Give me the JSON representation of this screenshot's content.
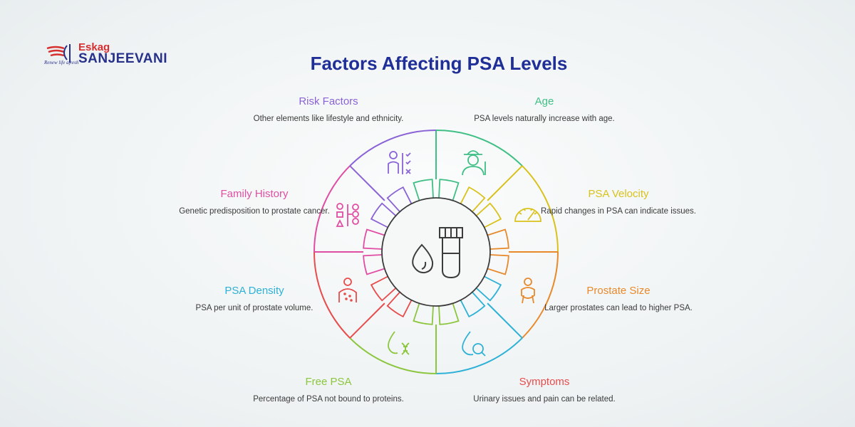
{
  "brand": {
    "name_top": "Eskag",
    "name_main": "SANJEEVANI",
    "tagline": "Renew life afresh"
  },
  "title": "Factors Affecting PSA Levels",
  "colors": {
    "title": "#1f2f97",
    "outline": "#3c3c3c",
    "risk_factors": "#8a63d6",
    "age": "#3fbf86",
    "psa_velocity": "#d9c21c",
    "prostate_size": "#e8892b",
    "symptoms": "#e84c4c",
    "free_psa": "#8cc63f",
    "psa_density": "#2eb1d6",
    "family_history": "#e04ea3"
  },
  "factors": [
    {
      "key": "risk_factors",
      "title": "Risk Factors",
      "desc": "Other elements like lifestyle and ethnicity.",
      "icon": "person-checklist-icon",
      "color": "#8a63d6"
    },
    {
      "key": "age",
      "title": "Age",
      "desc": "PSA levels naturally increase with age.",
      "icon": "elderly-person-icon",
      "color": "#3fbf86"
    },
    {
      "key": "psa_velocity",
      "title": "PSA Velocity",
      "desc": "Rapid changes in PSA can indicate issues.",
      "icon": "speedometer-icon",
      "color": "#d9c21c"
    },
    {
      "key": "prostate_size",
      "title": "Prostate Size",
      "desc": "Larger prostates can lead to higher PSA.",
      "icon": "person-pelvic-icon",
      "color": "#e8892b"
    },
    {
      "key": "symptoms",
      "title": "Symptoms",
      "desc": "Urinary issues and pain can be related.",
      "icon": "drop-magnifier-icon",
      "color": "#e84c4c"
    },
    {
      "key": "free_psa",
      "title": "Free PSA",
      "desc": "Percentage of PSA not bound to proteins.",
      "icon": "drop-dna-icon",
      "color": "#8cc63f"
    },
    {
      "key": "psa_density",
      "title": "PSA Density",
      "desc": "PSA per unit of prostate volume.",
      "icon": "person-dots-icon",
      "color": "#2eb1d6"
    },
    {
      "key": "family_history",
      "title": "Family History",
      "desc": "Genetic predisposition to prostate cancer.",
      "icon": "family-tree-icon",
      "color": "#e04ea3"
    }
  ],
  "center_icon": "blood-drop-test-tube-icon"
}
